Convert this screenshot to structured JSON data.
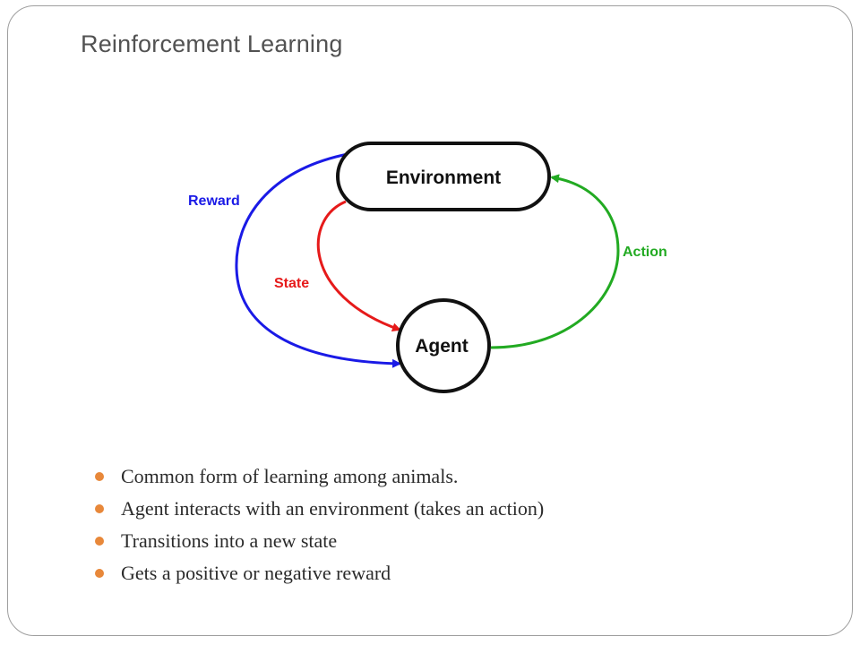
{
  "slide": {
    "title": "Reinforcement Learning"
  },
  "diagram": {
    "nodes": {
      "environment": "Environment",
      "agent": "Agent"
    },
    "edges": {
      "reward": "Reward",
      "state": "State",
      "action": "Action"
    },
    "colors": {
      "reward": "#1a1ae6",
      "state": "#e61a1a",
      "action": "#22aa22",
      "node_border": "#111111"
    }
  },
  "bullets": [
    "Common form of learning among animals.",
    "Agent interacts with an environment (takes an action)",
    "Transitions into a new state",
    "Gets a positive or negative reward"
  ],
  "colors": {
    "bullet": "#e8883a",
    "title": "#525252",
    "frame": "#9e9e9e"
  }
}
